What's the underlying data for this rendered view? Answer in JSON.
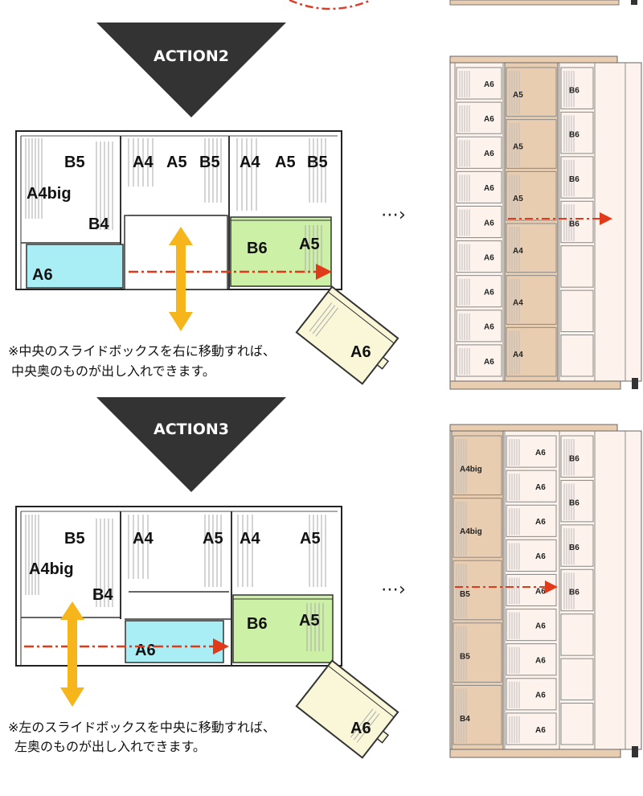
{
  "sections": [
    {
      "id": "action2",
      "banner": "ACTION2",
      "left_labels": {
        "b5": "B5",
        "a4big": "A4big",
        "b4": "B4",
        "a6_blue": "A6",
        "mid_a4": "A4",
        "mid_a5": "A5",
        "mid_b5": "B5",
        "right_a4": "A4",
        "right_a5": "A5",
        "right_b5": "B5",
        "green_b6": "B6",
        "green_a5": "A5",
        "out_a6": "A6"
      },
      "note_line1": "※中央のスライドボックスを右に移動すれば、",
      "note_line2": "中央奥のものが出し入れできます。",
      "right_col1": [
        "A6",
        "A6",
        "A6",
        "A6",
        "A6",
        "A6",
        "A6",
        "A6",
        "A6"
      ],
      "right_col2": [
        "A5",
        "A5",
        "A5",
        "A4",
        "A4",
        "A4"
      ],
      "right_col3": [
        "B6",
        "B6",
        "B6",
        "B6"
      ]
    },
    {
      "id": "action3",
      "banner": "ACTION3",
      "left_labels": {
        "b5": "B5",
        "a4big": "A4big",
        "b4": "B4",
        "a6_blue": "A6",
        "mid_a4": "A4",
        "mid_a5": "A5",
        "right_a4": "A4",
        "right_a5": "A5",
        "green_b6": "B6",
        "green_a5": "A5",
        "out_a6": "A6"
      },
      "note_line1": "※左のスライドボックスを中央に移動すれば、",
      "note_line2": "左奥のものが出し入れできます。",
      "right_col1": [
        "A4big",
        "A4big",
        "B5",
        "B5",
        "B4"
      ],
      "right_col2": [
        "A6",
        "A6",
        "A6",
        "A6",
        "A6",
        "A6",
        "A6",
        "A6",
        "A6"
      ],
      "right_col3": [
        "B6",
        "B6",
        "B6",
        "B6"
      ]
    }
  ],
  "colors": {
    "banner": "#333333",
    "blue_box": "#a8eef4",
    "green_box": "#ccf0a6",
    "pull_box": "#f9f7d8",
    "wood": "#e9cdb1",
    "shelf_bg": "#fdf3ec",
    "arrow_orange": "#f5b51b",
    "arrow_red": "#e03a1a"
  }
}
